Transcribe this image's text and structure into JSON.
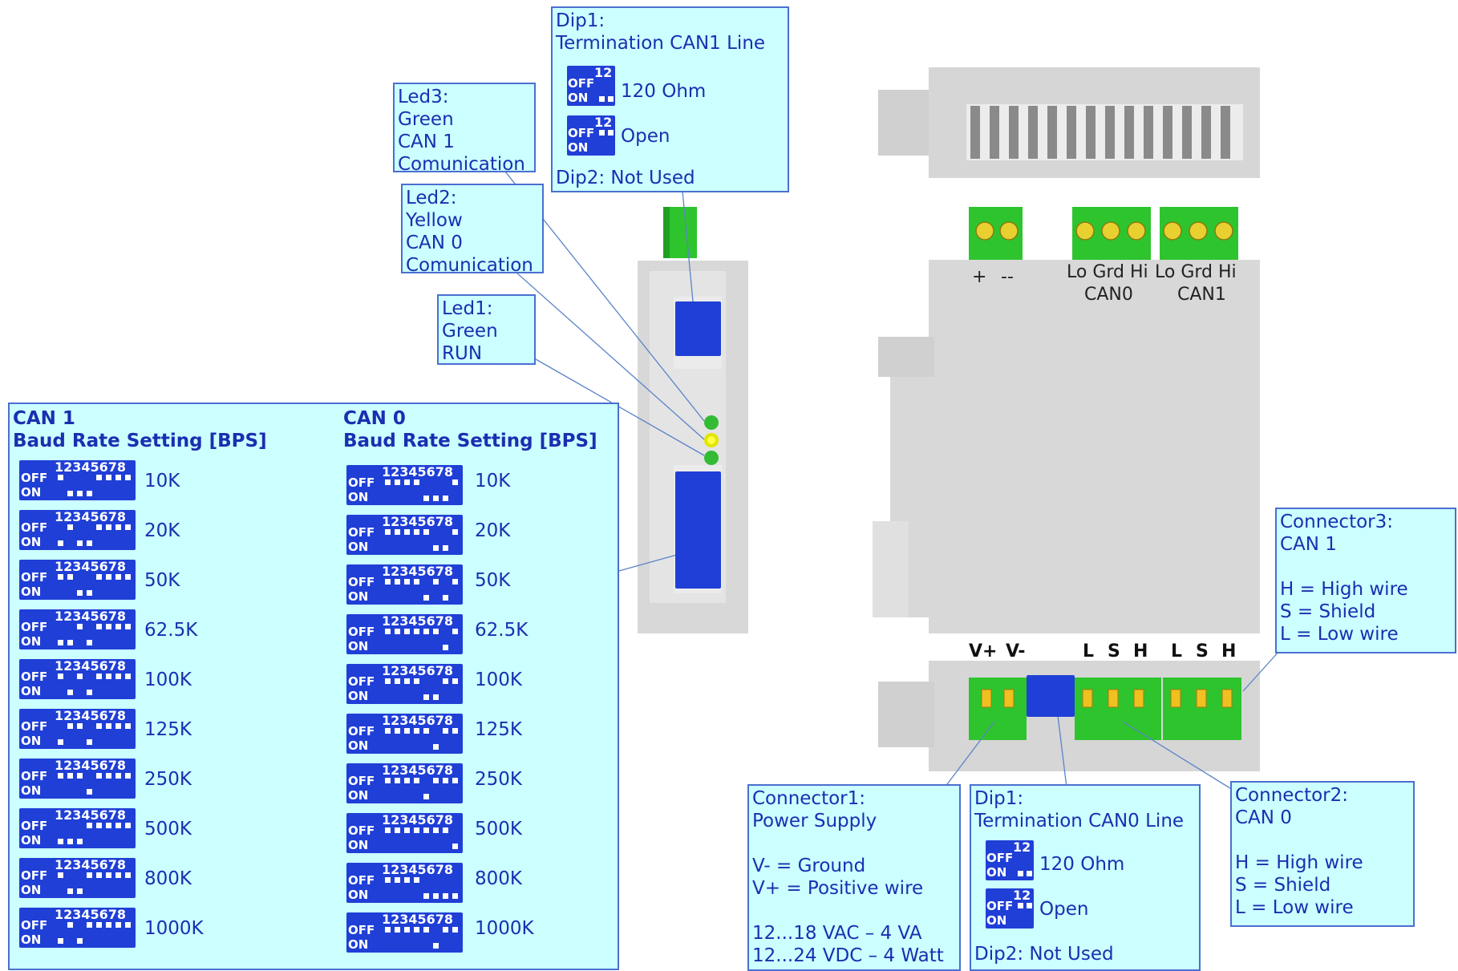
{
  "dip1_top": {
    "title": "Dip1:",
    "subtitle": "Termination CAN1 Line",
    "opt1": "120 Ohm",
    "opt2": "Open",
    "footer": "Dip2: Not Used"
  },
  "led3": {
    "l1": "Led3:",
    "l2": "Green",
    "l3": "CAN 1",
    "l4": "Comunication"
  },
  "led2": {
    "l1": "Led2:",
    "l2": "Yellow",
    "l3": "CAN 0",
    "l4": "Comunication"
  },
  "led1": {
    "l1": "Led1:",
    "l2": "Green",
    "l3": "RUN"
  },
  "baud": {
    "can1_title": "CAN 1",
    "can1_sub": "Baud Rate Setting [BPS]",
    "can0_title": "CAN 0",
    "can0_sub": "Baud Rate Setting [BPS]",
    "rates": [
      "10K",
      "20K",
      "50K",
      "62.5K",
      "100K",
      "125K",
      "250K",
      "500K",
      "800K",
      "1000K"
    ],
    "can1_positions": [
      [
        1,
        0,
        0,
        0,
        1,
        1,
        1,
        1
      ],
      [
        0,
        1,
        0,
        0,
        1,
        1,
        1,
        1
      ],
      [
        1,
        1,
        0,
        0,
        1,
        1,
        1,
        1
      ],
      [
        0,
        0,
        1,
        0,
        1,
        1,
        1,
        1
      ],
      [
        1,
        0,
        1,
        0,
        1,
        1,
        1,
        1
      ],
      [
        0,
        1,
        1,
        0,
        1,
        1,
        1,
        1
      ],
      [
        1,
        1,
        1,
        0,
        1,
        1,
        1,
        1
      ],
      [
        0,
        0,
        0,
        1,
        1,
        1,
        1,
        1
      ],
      [
        1,
        0,
        0,
        1,
        1,
        1,
        1,
        1
      ],
      [
        0,
        1,
        0,
        1,
        1,
        1,
        1,
        1
      ]
    ],
    "can0_positions": [
      [
        1,
        1,
        1,
        1,
        0,
        0,
        0,
        1
      ],
      [
        1,
        1,
        1,
        1,
        1,
        0,
        0,
        1
      ],
      [
        1,
        1,
        1,
        1,
        0,
        1,
        0,
        1
      ],
      [
        1,
        1,
        1,
        1,
        1,
        1,
        0,
        1
      ],
      [
        1,
        1,
        1,
        1,
        0,
        0,
        1,
        1
      ],
      [
        1,
        1,
        1,
        1,
        1,
        0,
        1,
        1
      ],
      [
        1,
        1,
        1,
        1,
        0,
        1,
        1,
        1
      ],
      [
        1,
        1,
        1,
        1,
        1,
        1,
        1,
        0
      ],
      [
        1,
        1,
        1,
        1,
        0,
        0,
        0,
        0
      ],
      [
        1,
        1,
        1,
        1,
        1,
        0,
        1,
        1
      ]
    ]
  },
  "switch_text": {
    "off": "OFF",
    "on": "ON",
    "nums8": "12345678",
    "nums2": "12"
  },
  "terminals": {
    "plus": "+",
    "minus": "--",
    "can0_pins": "Lo Grd Hi",
    "can1_pins": "Lo Grd Hi",
    "can0_name": "CAN0",
    "can1_name": "CAN1"
  },
  "bottom_labels": {
    "vplus": "V+",
    "vminus": "V-",
    "l1": "L",
    "s1": "S",
    "h1": "H",
    "l2": "L",
    "s2": "S",
    "h2": "H"
  },
  "connector3": {
    "l1": "Connector3:",
    "l2": "CAN 1",
    "l3": "H = High wire",
    "l4": "S = Shield",
    "l5": "L = Low wire"
  },
  "connector2": {
    "l1": "Connector2:",
    "l2": "CAN 0",
    "l3": "H = High wire",
    "l4": "S = Shield",
    "l5": "L = Low wire"
  },
  "connector1": {
    "l1": "Connector1:",
    "l2": "Power Supply",
    "l3": "V-  = Ground",
    "l4": "V+ = Positive wire",
    "l5": "12...18 VAC – 4 VA",
    "l6": "12...24 VDC – 4 Watt"
  },
  "dip1_bottom": {
    "title": "Dip1:",
    "subtitle": "Termination CAN0 Line",
    "opt1": "120 Ohm",
    "opt2": "Open",
    "footer": "Dip2: Not Used"
  },
  "colors": {
    "box_fill": "#ccffff",
    "box_border": "#4a6fd0",
    "text": "#1a2fb0",
    "switch": "#1f3fd6",
    "terminal": "#33cc33"
  }
}
